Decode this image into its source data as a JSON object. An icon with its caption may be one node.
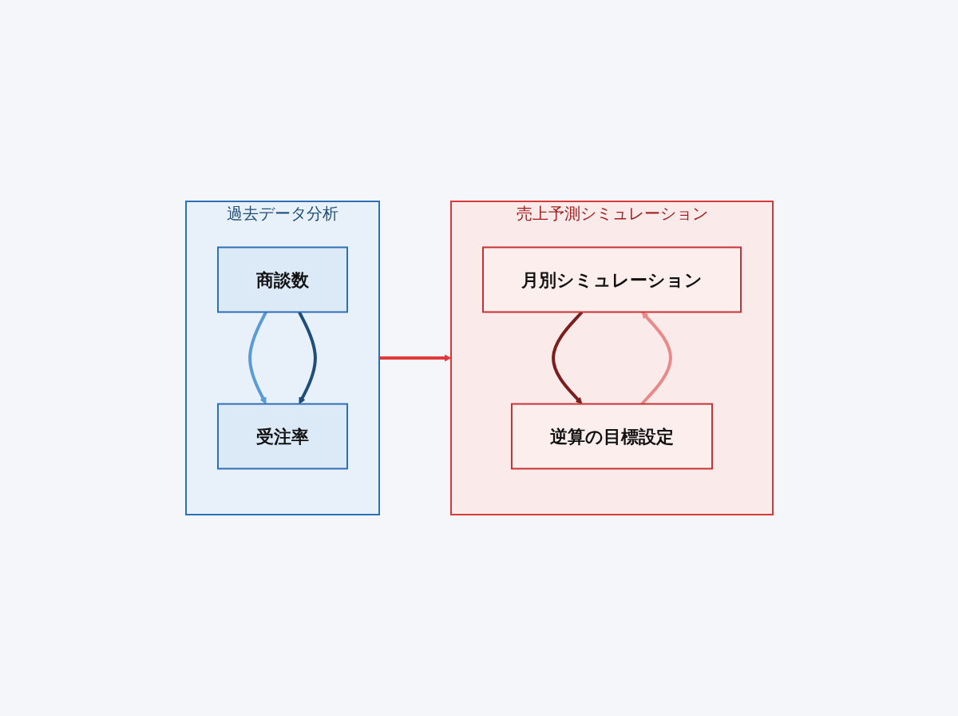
{
  "diagram": {
    "nodes": [
      {
        "text": [
          "過去データ分析"
        ]
      },
      {
        "text": [
          "商談数"
        ],
        "in": 0
      },
      {
        "text": [
          "受注率"
        ],
        "in": 0
      },
      {
        "text": [
          "売上予測シミュレーション"
        ]
      },
      {
        "text": [
          "月別シミュレーション"
        ],
        "in": 3
      },
      {
        "text": [
          "逆算の目標設定"
        ],
        "in": 3
      }
    ],
    "edges": [
      {
        "from": 1,
        "to": 2,
        "arrow": "to",
        "color": "#5b9bd5"
      },
      {
        "from": 1,
        "to": 2,
        "arrow": "to",
        "color": "#1f4e79"
      },
      {
        "from": 0,
        "to": 3,
        "arrow": "to",
        "color": "#e03a3a"
      },
      {
        "from": 4,
        "to": 5,
        "arrow": "to",
        "color": "#7a1e1e"
      },
      {
        "from": 5,
        "to": 4,
        "arrow": "to",
        "color": "#e88a8a"
      }
    ]
  }
}
